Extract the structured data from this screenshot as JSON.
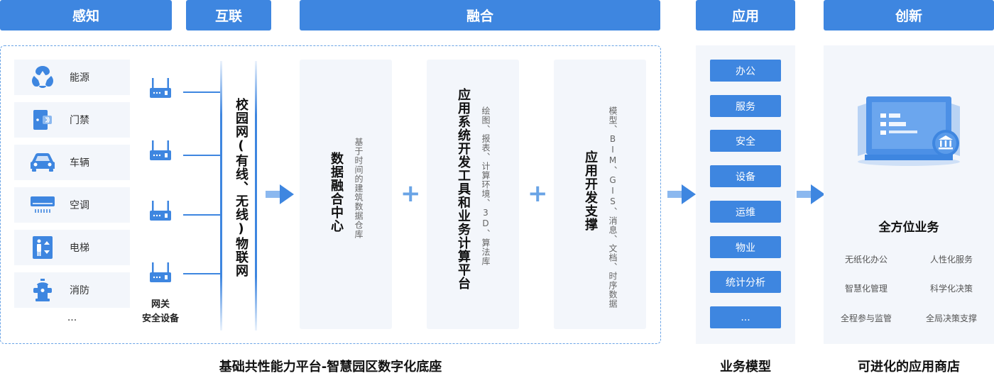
{
  "headers": {
    "sense": "感知",
    "connect": "互联",
    "fusion": "融合",
    "apply": "应用",
    "innovate": "创新"
  },
  "sense": {
    "items": [
      {
        "label": "能源",
        "icon": "energy-icon"
      },
      {
        "label": "门禁",
        "icon": "access-control-icon"
      },
      {
        "label": "车辆",
        "icon": "vehicle-icon"
      },
      {
        "label": "空调",
        "icon": "air-conditioner-icon"
      },
      {
        "label": "电梯",
        "icon": "elevator-icon"
      },
      {
        "label": "消防",
        "icon": "fire-hydrant-icon"
      }
    ],
    "more": "..."
  },
  "gateway": {
    "label_line1": "网关",
    "label_line2": "安全设备",
    "icon": "router-icon"
  },
  "network": {
    "title": "校园网(有线、无线)物联网"
  },
  "fusion": {
    "data_center": {
      "title": "数据融合中心",
      "sub": "基于时间的建筑数据仓库"
    },
    "app_platform": {
      "title": "应用系统开发工具和业务计算平台",
      "sub": "绘图、报表、计算环境、3D、算法库"
    },
    "dev_support": {
      "title": "应用开发支撑",
      "sub": "模型、BIM、GIS、消息、文档、时序数据"
    },
    "plus": "+"
  },
  "apps": {
    "items": [
      "办公",
      "服务",
      "安全",
      "设备",
      "运维",
      "物业",
      "统计分析",
      "..."
    ]
  },
  "innovate": {
    "title": "全方位业务",
    "items": [
      "无纸化办公",
      "人性化服务",
      "智慧化管理",
      "科学化决策",
      "全程参与监管",
      "全局决策支撑"
    ],
    "icon": "app-store-icon"
  },
  "bottom": {
    "platform": "基础共性能力平台-智慧园区数字化底座",
    "model": "业务模型",
    "store": "可进化的应用商店"
  },
  "colors": {
    "primary": "#3e86e0",
    "panel": "#f3f6fb",
    "dashed": "#6aa4e6"
  }
}
